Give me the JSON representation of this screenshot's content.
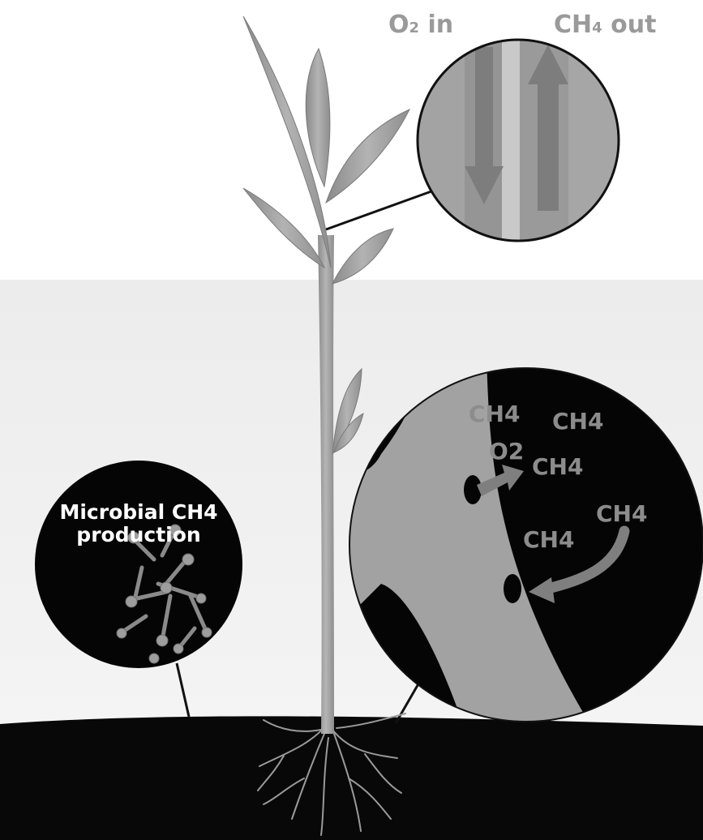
{
  "stem_zoom": {
    "o2_label": "O",
    "o2_sub": "2",
    "o2_suffix": " in",
    "ch4_label": "CH",
    "ch4_sub": "4",
    "ch4_suffix": " out"
  },
  "microbe_zoom": {
    "title_line1": "Microbial CH4",
    "title_line2": "production"
  },
  "root_zoom": {
    "labels": [
      "CH4",
      "CH4",
      "O2",
      "CH4",
      "CH4",
      "CH4"
    ]
  },
  "colors": {
    "plant": "#9d9d9d",
    "water": "#f0f0f0",
    "soil": "#080808",
    "circle_fill": "#050505",
    "arrow": "#828282"
  }
}
